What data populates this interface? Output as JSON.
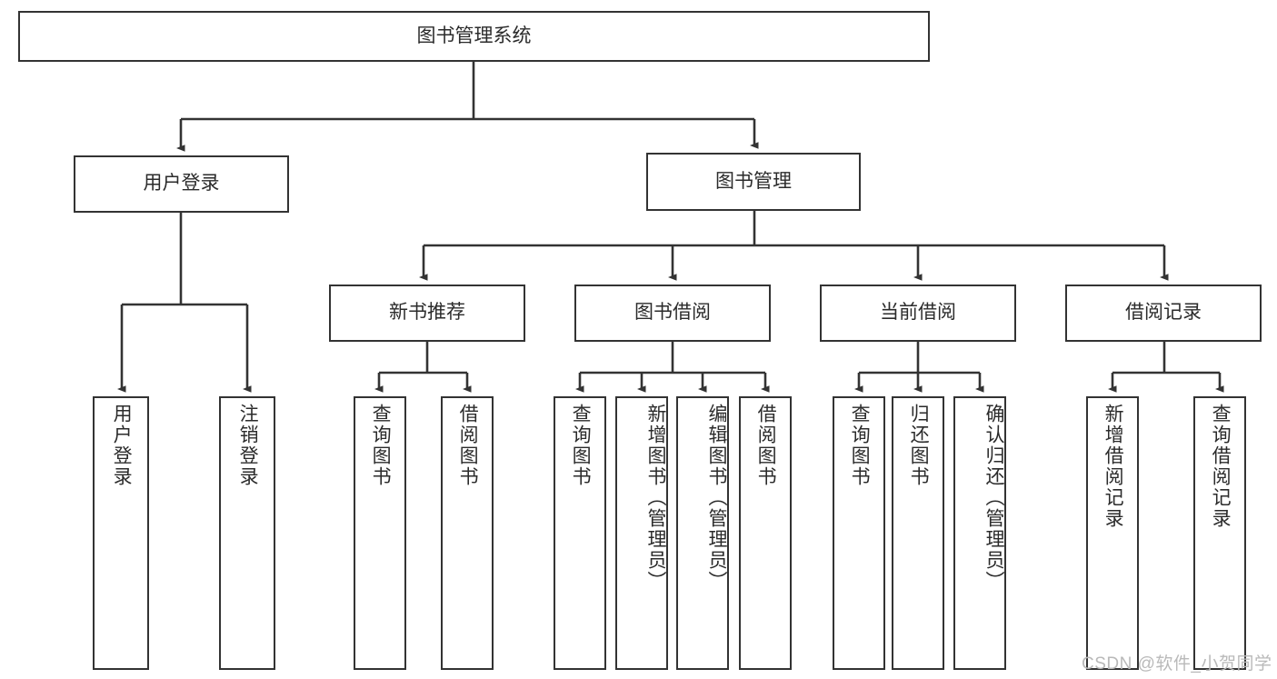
{
  "diagram": {
    "title_node": {
      "label": "图书管理系统"
    },
    "level1": [
      {
        "label": "用户登录"
      },
      {
        "label": "图书管理"
      }
    ],
    "level2": [
      {
        "label": "新书推荐"
      },
      {
        "label": "图书借阅"
      },
      {
        "label": "当前借阅"
      },
      {
        "label": "借阅记录"
      }
    ],
    "leaves": {
      "user_login": [
        {
          "label": "用户登录"
        },
        {
          "label": "注销登录"
        }
      ],
      "new_book_recommend": [
        {
          "label": "查询图书"
        },
        {
          "label": "借阅图书"
        }
      ],
      "book_borrow": [
        {
          "label": "查询图书"
        },
        {
          "label": "新增图书（管理员）"
        },
        {
          "label": "编辑图书（管理员）"
        },
        {
          "label": "借阅图书"
        }
      ],
      "current_borrow": [
        {
          "label": "查询图书"
        },
        {
          "label": "归还图书"
        },
        {
          "label": "确认归还（管理员）"
        }
      ],
      "borrow_record": [
        {
          "label": "新增借阅记录"
        },
        {
          "label": "查询借阅记录"
        }
      ]
    }
  },
  "watermark": {
    "text": "CSDN @软件_小贺同学"
  },
  "colors": {
    "stroke": "#333333",
    "background": "#ffffff",
    "text": "#2b2b2b",
    "watermark": "#b9b9b9"
  }
}
